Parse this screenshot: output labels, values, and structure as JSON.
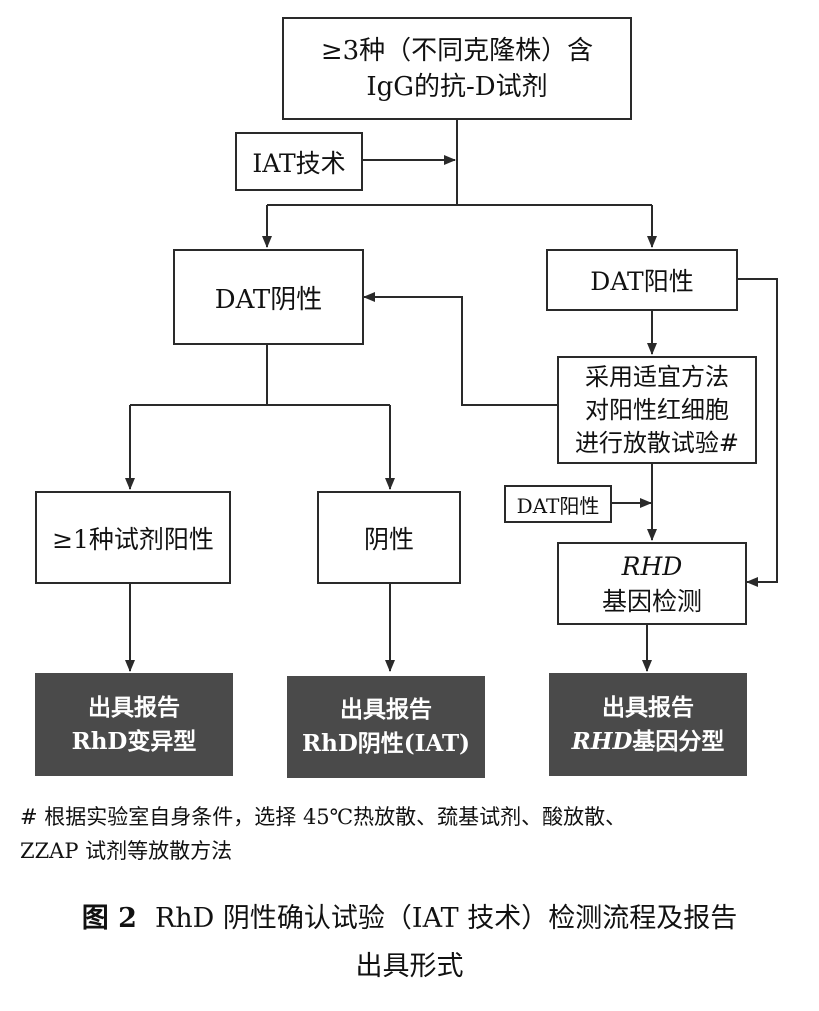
{
  "nodes": {
    "reagent": {
      "line1": "≥3种（不同克隆株）含",
      "line2": "IgG的抗-D试剂"
    },
    "iat": "IAT技术",
    "dat_negative": "DAT阴性",
    "dat_positive": "DAT阳性",
    "elution": {
      "line1": "采用适宜方法",
      "line2": "对阳性红细胞",
      "line3": "进行放散试验#"
    },
    "dat_positive_small": "DAT阳性",
    "rhd_gene": {
      "line1": "RHD",
      "line2": "基因检测"
    },
    "one_reagent_positive": "≥1种试剂阳性",
    "negative": "阴性"
  },
  "reports": {
    "variant": {
      "line1": "出具报告",
      "line2": "RhD变异型"
    },
    "negative": {
      "line1": "出具报告",
      "line2": "RhD阴性(IAT)"
    },
    "genotype": {
      "line1": "出具报告",
      "line2_italic": "RHD",
      "line2_rest": "基因分型"
    }
  },
  "note": {
    "line1": "# 根据实验室自身条件，选择 45℃热放散、巯基试剂、酸放散、",
    "line2": "ZZAP 试剂等放散方法"
  },
  "caption": {
    "figure_number": "图 2",
    "line1": "RhD 阴性确认试验（IAT 技术）检测流程及报告",
    "line2": "出具形式"
  },
  "colors": {
    "line": "#2a2a2a",
    "report_fill": "#4a4a4a",
    "report_text": "#ffffff"
  }
}
